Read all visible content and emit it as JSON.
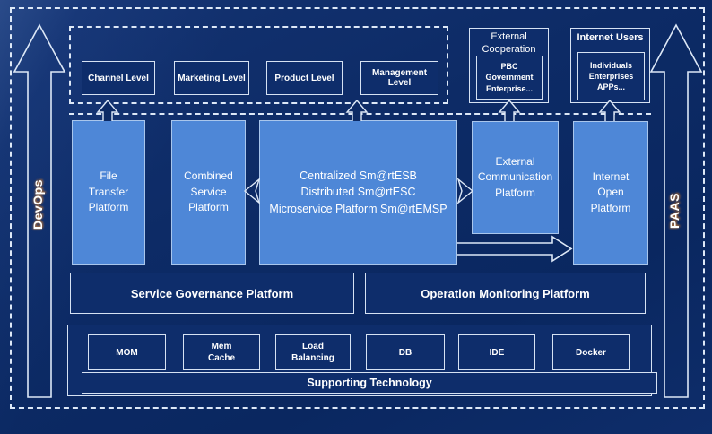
{
  "sides": {
    "devops": "DevOps",
    "paas": "PAAS"
  },
  "levels": {
    "items": [
      "Channel Level",
      "Marketing Level",
      "Product Level",
      "Management Level"
    ]
  },
  "external_cooperation": {
    "title": "External\nCooperation",
    "members": "PBC Government\nEnterprise..."
  },
  "internet_users": {
    "title": "Internet Users",
    "members": "Individuals\nEnterprises\nAPPs..."
  },
  "platforms": {
    "file_transfer": "File\nTransfer\nPlatform",
    "combined_service": "Combined\nService\nPlatform",
    "esb": "Centralized Sm@rtESB\nDistributed Sm@rtESC\nMicroservice Platform Sm@rtEMSP",
    "external_communication": "External\nCommunication\nPlatform",
    "internet_open": "Internet\nOpen\nPlatform"
  },
  "governance": {
    "service": "Service Governance Platform",
    "monitoring": "Operation Monitoring Platform"
  },
  "supporting": {
    "title": "Supporting Technology",
    "items": [
      "MOM",
      "Mem\nCache",
      "Load\nBalancing",
      "DB",
      "IDE",
      "Docker"
    ]
  },
  "colors": {
    "background": "#0c2a65",
    "panel": "#0e2d6b",
    "accent_blue": "#4e87d7",
    "line": "#dde8f7"
  }
}
